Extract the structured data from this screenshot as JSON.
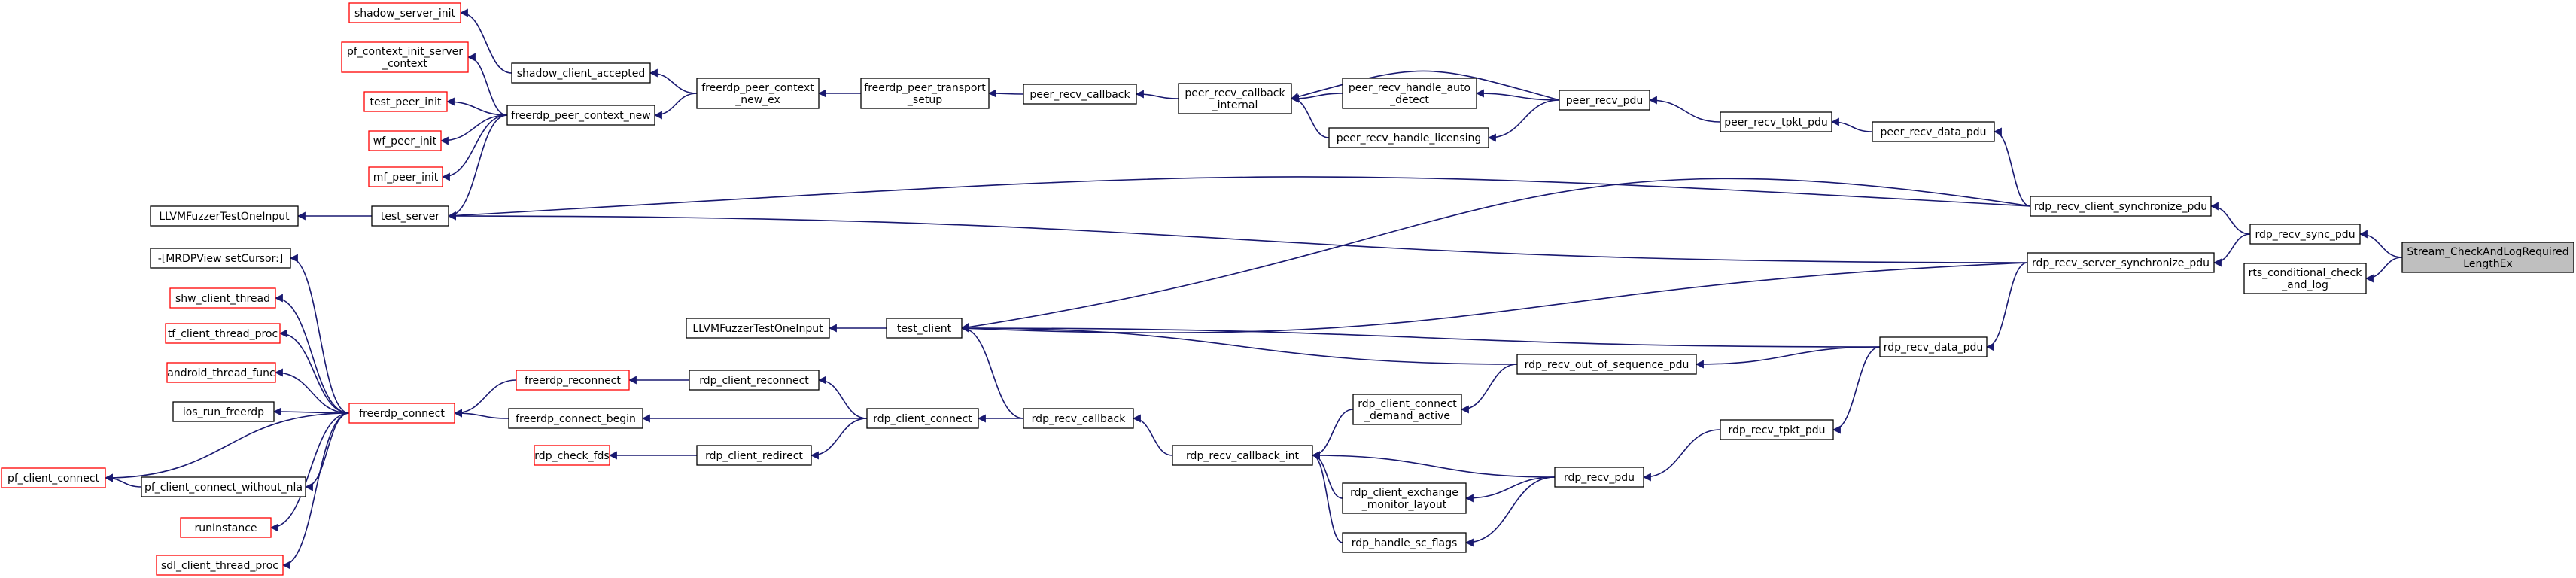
{
  "colors": {
    "edge": "#191970",
    "node_border": "#000000",
    "truncated_border": "#ff0000",
    "focus_fill": "#bfbfbf",
    "node_fill": "#ffffff"
  },
  "nodes": [
    {
      "id": "stream",
      "lines": [
        "Stream_CheckAndLogRequired",
        "LengthEx"
      ],
      "style": "focus"
    },
    {
      "id": "sync",
      "lines": [
        "rdp_recv_sync_pdu"
      ],
      "style": "normal"
    },
    {
      "id": "rts",
      "lines": [
        "rts_conditional_check",
        "_and_log"
      ],
      "style": "normal"
    },
    {
      "id": "client_sync",
      "lines": [
        "rdp_recv_client_synchronize_pdu"
      ],
      "style": "normal"
    },
    {
      "id": "server_sync",
      "lines": [
        "rdp_recv_server_synchronize_pdu"
      ],
      "style": "normal"
    },
    {
      "id": "peer_data",
      "lines": [
        "peer_recv_data_pdu"
      ],
      "style": "normal"
    },
    {
      "id": "test_server",
      "lines": [
        "test_server"
      ],
      "style": "normal"
    },
    {
      "id": "data_pdu",
      "lines": [
        "rdp_recv_data_pdu"
      ],
      "style": "normal"
    },
    {
      "id": "test_client",
      "lines": [
        "test_client"
      ],
      "style": "normal"
    },
    {
      "id": "peer_tpkt",
      "lines": [
        "peer_recv_tpkt_pdu"
      ],
      "style": "normal"
    },
    {
      "id": "peer_pdu",
      "lines": [
        "peer_recv_pdu"
      ],
      "style": "normal"
    },
    {
      "id": "cb_internal",
      "lines": [
        "peer_recv_callback",
        "_internal"
      ],
      "style": "normal"
    },
    {
      "id": "auto_detect",
      "lines": [
        "peer_recv_handle_auto",
        "_detect"
      ],
      "style": "normal"
    },
    {
      "id": "licensing",
      "lines": [
        "peer_recv_handle_licensing"
      ],
      "style": "normal"
    },
    {
      "id": "peer_cb",
      "lines": [
        "peer_recv_callback"
      ],
      "style": "normal"
    },
    {
      "id": "transport",
      "lines": [
        "freerdp_peer_transport",
        "_setup"
      ],
      "style": "normal"
    },
    {
      "id": "ctx_new_ex",
      "lines": [
        "freerdp_peer_context",
        "_new_ex"
      ],
      "style": "normal"
    },
    {
      "id": "shadow_acc",
      "lines": [
        "shadow_client_accepted"
      ],
      "style": "normal"
    },
    {
      "id": "ctx_new",
      "lines": [
        "freerdp_peer_context_new"
      ],
      "style": "normal"
    },
    {
      "id": "shadow_init",
      "lines": [
        "shadow_server_init"
      ],
      "style": "truncated"
    },
    {
      "id": "pf_ctx",
      "lines": [
        "pf_context_init_server",
        "_context"
      ],
      "style": "truncated"
    },
    {
      "id": "test_peer",
      "lines": [
        "test_peer_init"
      ],
      "style": "truncated"
    },
    {
      "id": "wf_peer",
      "lines": [
        "wf_peer_init"
      ],
      "style": "truncated"
    },
    {
      "id": "mf_peer",
      "lines": [
        "mf_peer_init"
      ],
      "style": "truncated"
    },
    {
      "id": "fuzz1",
      "lines": [
        "LLVMFuzzerTestOneInput"
      ],
      "style": "normal"
    },
    {
      "id": "fuzz2",
      "lines": [
        "LLVMFuzzerTestOneInput"
      ],
      "style": "normal"
    },
    {
      "id": "out_seq",
      "lines": [
        "rdp_recv_out_of_sequence_pdu"
      ],
      "style": "normal"
    },
    {
      "id": "tpkt",
      "lines": [
        "rdp_recv_tpkt_pdu"
      ],
      "style": "normal"
    },
    {
      "id": "demand",
      "lines": [
        "rdp_client_connect",
        "_demand_active"
      ],
      "style": "normal"
    },
    {
      "id": "recv_cb",
      "lines": [
        "rdp_recv_callback"
      ],
      "style": "normal"
    },
    {
      "id": "recv_pdu",
      "lines": [
        "rdp_recv_pdu"
      ],
      "style": "normal"
    },
    {
      "id": "cb_int",
      "lines": [
        "rdp_recv_callback_int"
      ],
      "style": "normal"
    },
    {
      "id": "monitor",
      "lines": [
        "rdp_client_exchange",
        "_monitor_layout"
      ],
      "style": "normal"
    },
    {
      "id": "sc_flags",
      "lines": [
        "rdp_handle_sc_flags"
      ],
      "style": "normal"
    },
    {
      "id": "client_connect",
      "lines": [
        "rdp_client_connect"
      ],
      "style": "normal"
    },
    {
      "id": "reconnect",
      "lines": [
        "rdp_client_reconnect"
      ],
      "style": "normal"
    },
    {
      "id": "redirect",
      "lines": [
        "rdp_client_redirect"
      ],
      "style": "normal"
    },
    {
      "id": "fr_reconnect",
      "lines": [
        "freerdp_reconnect"
      ],
      "style": "truncated"
    },
    {
      "id": "connect_begin",
      "lines": [
        "freerdp_connect_begin"
      ],
      "style": "normal"
    },
    {
      "id": "check_fds",
      "lines": [
        "rdp_check_fds"
      ],
      "style": "truncated"
    },
    {
      "id": "fr_connect",
      "lines": [
        "freerdp_connect"
      ],
      "style": "truncated"
    },
    {
      "id": "mrdp",
      "lines": [
        "-[MRDPView setCursor:]"
      ],
      "style": "normal"
    },
    {
      "id": "shw",
      "lines": [
        "shw_client_thread"
      ],
      "style": "truncated"
    },
    {
      "id": "tf",
      "lines": [
        "tf_client_thread_proc"
      ],
      "style": "truncated"
    },
    {
      "id": "android",
      "lines": [
        "android_thread_func"
      ],
      "style": "truncated"
    },
    {
      "id": "ios",
      "lines": [
        "ios_run_freerdp"
      ],
      "style": "normal"
    },
    {
      "id": "pf_nla",
      "lines": [
        "pf_client_connect_without_nla"
      ],
      "style": "normal"
    },
    {
      "id": "pf_connect",
      "lines": [
        "pf_client_connect"
      ],
      "style": "truncated"
    },
    {
      "id": "run",
      "lines": [
        "runInstance"
      ],
      "style": "truncated"
    },
    {
      "id": "sdl",
      "lines": [
        "sdl_client_thread_proc"
      ],
      "style": "truncated"
    }
  ]
}
